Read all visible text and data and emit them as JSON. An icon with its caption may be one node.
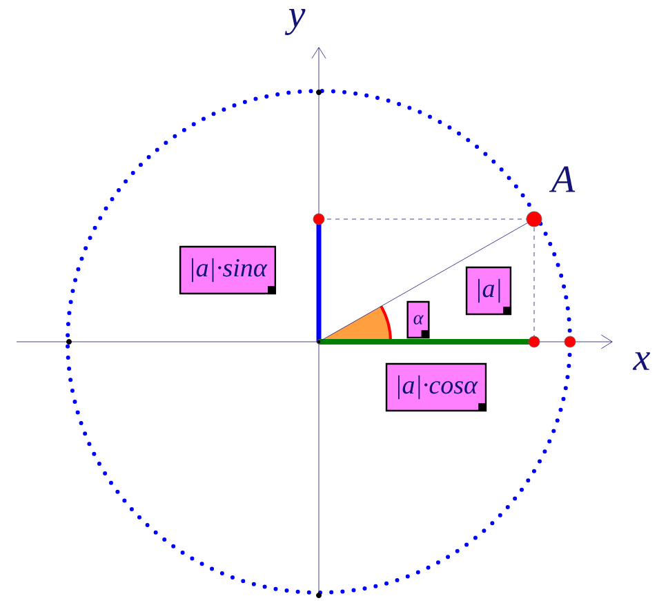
{
  "diagram": {
    "nodes": [
      {
        "text": [],
        "shape": "circle"
      },
      {
        "text": [],
        "shape": "circle",
        "beside": [
          "A"
        ]
      },
      {
        "text": [
          "|a|·sinα"
        ]
      },
      {
        "text": [
          "|a|"
        ]
      },
      {
        "text": [
          "α"
        ]
      },
      {
        "text": [
          "|a|·cosα"
        ]
      }
    ],
    "edges": [
      {
        "from": 0,
        "to": 1,
        "arrow": "none"
      }
    ],
    "labels": [
      "y",
      "x"
    ]
  }
}
